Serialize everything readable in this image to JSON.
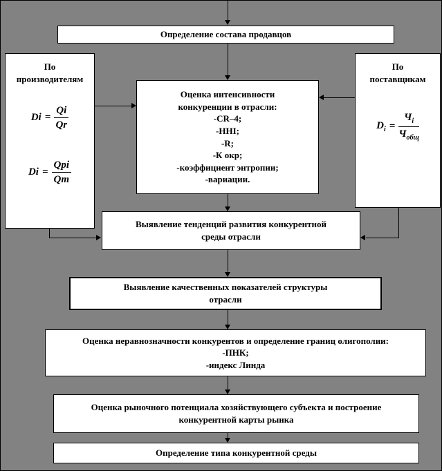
{
  "canvas": {
    "background": "#828282",
    "box_fill": "#ffffff",
    "line_color": "#000000"
  },
  "sellers": {
    "label": "Определение состава продавцов"
  },
  "producers": {
    "title_lines": [
      "По",
      "производителям"
    ],
    "formula1": {
      "lhs": "Di",
      "eq": "=",
      "num": "Qi",
      "den": "Qr"
    },
    "formula2": {
      "lhs": "Di",
      "eq": "=",
      "num": "Qpi",
      "den": "Qm"
    }
  },
  "intensity": {
    "title_lines": [
      "Оценка интенсивности",
      "конкуренции в отрасли:"
    ],
    "items": [
      "-CR–4;",
      "-HHI;",
      "-R;",
      "-К окр;",
      "-коэффициент энтропии;",
      "-вариации."
    ]
  },
  "suppliers": {
    "title_lines": [
      "По",
      "поставщикам"
    ],
    "formula": {
      "lhs": "D",
      "lhs_sub": "i",
      "eq": "=",
      "num": "Ч",
      "num_sub": "i",
      "den": "Ч",
      "den_sub": "общ"
    }
  },
  "trends": {
    "lines": [
      "Выявление тенденций развития конкурентной",
      "среды отрасли"
    ]
  },
  "qualitative": {
    "lines": [
      "Выявление качественных показателей структуры",
      "отрасли"
    ]
  },
  "oligopoly": {
    "lines": [
      "Оценка неравнозначности конкурентов и определение границ олигополии:",
      "-ПНК;",
      "-индекс Линда"
    ]
  },
  "potential": {
    "lines": [
      "Оценка рыночного потенциала хозяйствующего субъекта и построение",
      "конкурентной карты рынка"
    ]
  },
  "type_box": {
    "label": "Определение типа конкурентной среды"
  }
}
